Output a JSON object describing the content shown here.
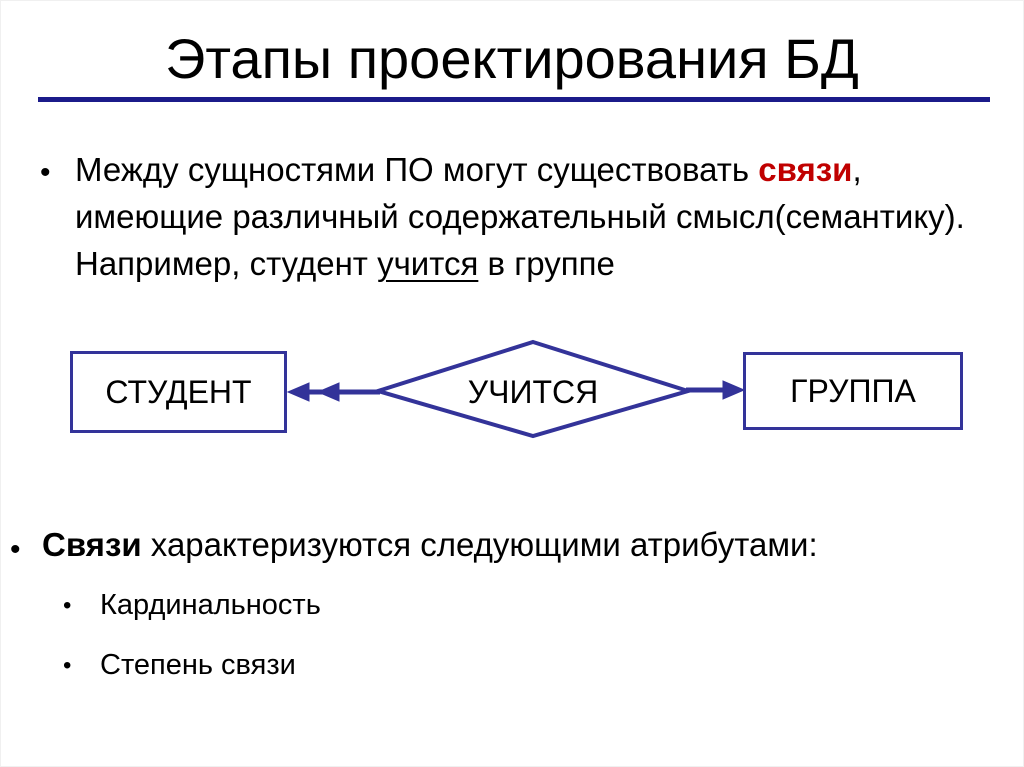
{
  "slide": {
    "title": "Этапы проектирования БД",
    "colors": {
      "diagram_navy": "#333399",
      "underline_navy": "#1b1b8a",
      "emphasis_red": "#c00000",
      "text_black": "#000000",
      "background": "#ffffff"
    }
  },
  "bullet1": {
    "marker": "•",
    "segments": [
      {
        "text": "Между сущностями ПО могут существовать ",
        "style": "normal"
      },
      {
        "text": "связи",
        "style": "red-bold"
      },
      {
        "text": ", имеющие различный содержательный смысл(семантику). Например, студент ",
        "style": "normal"
      },
      {
        "text": "учится",
        "style": "underline"
      },
      {
        "text": " в группе",
        "style": "normal"
      }
    ]
  },
  "diagram": {
    "entity_left": "СТУДЕНТ",
    "relation": "УЧИТСЯ",
    "entity_right": "ГРУППА"
  },
  "bullet2": {
    "marker": "•",
    "segments": [
      {
        "text": "Связи",
        "style": "bold"
      },
      {
        "text": " характеризуются следующими атрибутами:",
        "style": "normal"
      }
    ]
  },
  "sub_bullets": [
    {
      "marker": "•",
      "label": "Кардинальность"
    },
    {
      "marker": "•",
      "label": "Степень связи"
    }
  ]
}
